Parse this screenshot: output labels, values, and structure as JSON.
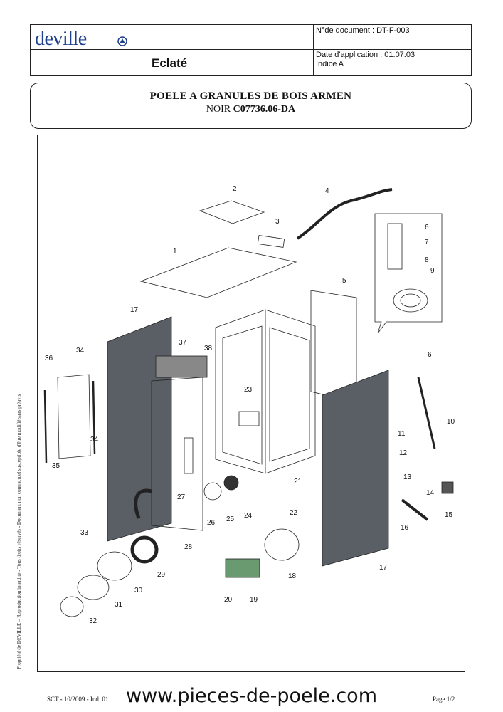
{
  "header": {
    "brand": "deville",
    "doc_title": "Eclaté",
    "doc_number": "N°de document : DT-F-003",
    "application_date": "Date d'application : 01.07.03",
    "index": "Indice A"
  },
  "title": {
    "line1": "POELE A GRANULES DE BOIS ARMEN",
    "line2_prefix": "NOIR ",
    "line2_ref": "C07736.06-DA"
  },
  "side_note": "Propriété de DEVILLE – Reproduction interdite - Tous droits réservés - Document non contractuel susceptible d'être modifié sans préavis",
  "part_labels": [
    "1",
    "2",
    "3",
    "4",
    "5",
    "6",
    "7",
    "8",
    "9",
    "6",
    "10",
    "11",
    "12",
    "13",
    "14",
    "15",
    "16",
    "17",
    "17",
    "18",
    "19",
    "20",
    "21",
    "22",
    "23",
    "24",
    "25",
    "26",
    "27",
    "28",
    "29",
    "30",
    "31",
    "32",
    "33",
    "34",
    "34",
    "35",
    "36",
    "37",
    "38"
  ],
  "footer": {
    "left": "SCT - 10/2009 - Ind. 01",
    "url": "www.pieces-de-poele.com",
    "page": "Page 1/2"
  },
  "colors": {
    "brand": "#1e3f8c",
    "panel": "#5a5f66"
  }
}
